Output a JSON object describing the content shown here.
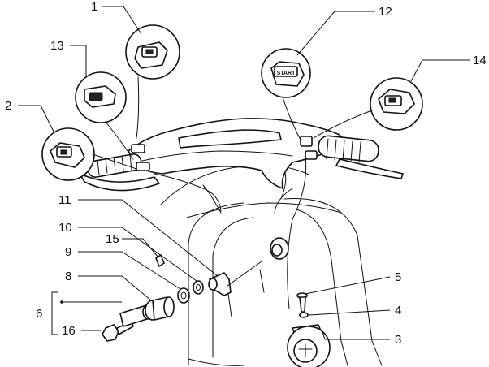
{
  "callouts": {
    "c1": "1",
    "c2": "2",
    "c3": "3",
    "c4": "4",
    "c5": "5",
    "c6": "6",
    "c8": "8",
    "c9": "9",
    "c10": "10",
    "c11": "11",
    "c12": "12",
    "c13": "13",
    "c14": "14",
    "c15": "15",
    "c16": "16"
  },
  "start_button_label": "START"
}
